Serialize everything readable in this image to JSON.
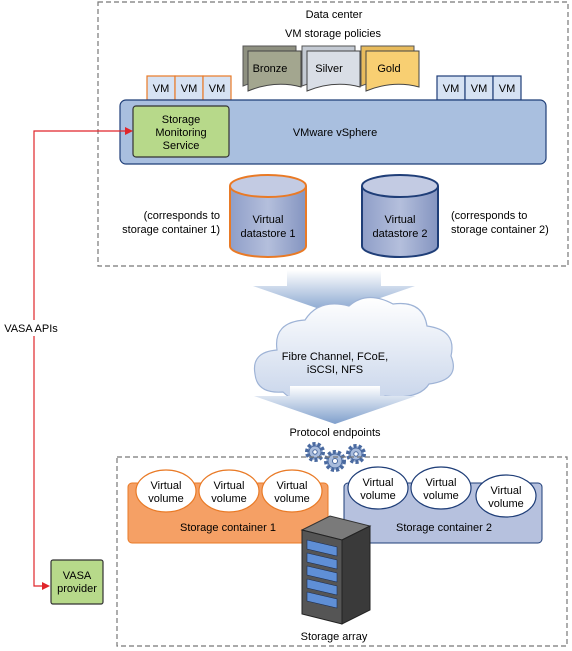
{
  "data_center": {
    "title": "Data center",
    "policies_title": "VM storage policies",
    "policies": [
      "Bronze",
      "Silver",
      "Gold"
    ],
    "colors": {
      "bronze": "#a3a68f",
      "silver": "#d9dee6",
      "gold": "#f8cf72"
    }
  },
  "vm_label": "VM",
  "vsphere_label": "VMware vSphere",
  "sms": {
    "line1": "Storage",
    "line2": "Monitoring",
    "line3": "Service"
  },
  "datastores": [
    {
      "line1": "Virtual",
      "line2": "datastore 1",
      "note1": "(corresponds to",
      "note2": "storage container 1)"
    },
    {
      "line1": "Virtual",
      "line2": "datastore 2",
      "note1": "(corresponds to",
      "note2": "storage container 2)"
    }
  ],
  "network": {
    "line1": "Fibre Channel, FCoE,",
    "line2": "iSCSI, NFS"
  },
  "protocol_endpoints": "Protocol endpoints",
  "containers": [
    {
      "label": "Storage container 1",
      "color": "#f5a065"
    },
    {
      "label": "Storage container 2",
      "color": "#b6c1de"
    }
  ],
  "volume": {
    "line1": "Virtual",
    "line2": "volume"
  },
  "storage_array": "Storage array",
  "vasa_apis": "VASA APIs",
  "vasa_provider": {
    "line1": "VASA",
    "line2": "provider"
  },
  "colors": {
    "vsphere": "#a9bfdf",
    "green": "#b7d98a",
    "red_line": "#e0252a",
    "orange_border": "#e97a26",
    "navy_border": "#1f3e78"
  }
}
